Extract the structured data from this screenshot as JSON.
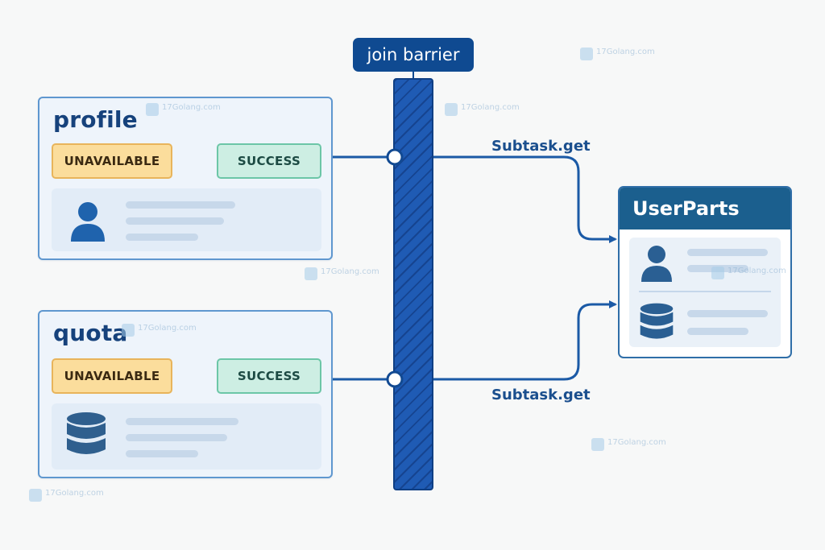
{
  "barrier": {
    "label": "join barrier"
  },
  "tasks": [
    {
      "title": "profile",
      "from_state": "UNAVAILABLE",
      "to_state": "SUCCESS",
      "icon": "user-icon"
    },
    {
      "title": "quota",
      "from_state": "UNAVAILABLE",
      "to_state": "SUCCESS",
      "icon": "database-icon"
    }
  ],
  "flows": [
    {
      "label": "Subtask.get"
    },
    {
      "label": "Subtask.get"
    }
  ],
  "result": {
    "title": "UserParts",
    "icons": [
      "user-icon",
      "database-icon"
    ]
  },
  "watermark": {
    "text": "17Golang.com"
  },
  "colors": {
    "barrier": "#1f5bb4",
    "label_bg": "#0f4a91",
    "panel_border": "#5f97cf",
    "unavailable": "#fbdd9c",
    "success": "#cdeee3",
    "result_header": "#1b5f8e"
  }
}
